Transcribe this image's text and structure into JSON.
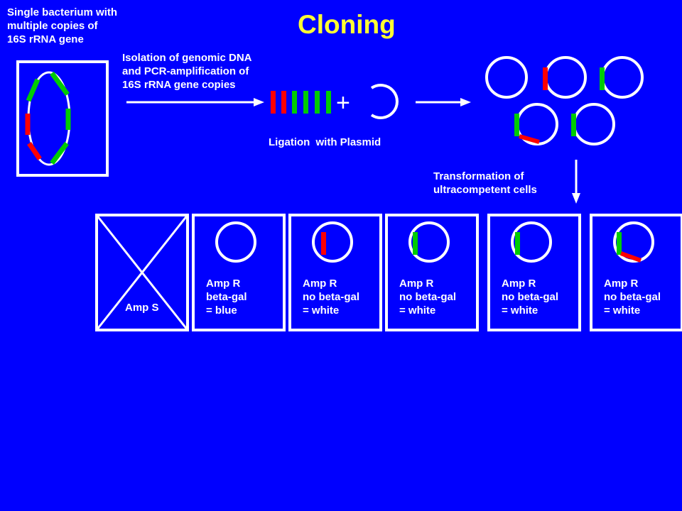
{
  "title": "Cloning",
  "bacterium_label": [
    "Single bacterium with",
    "multiple copies of",
    "16S rRNA gene"
  ],
  "isolation_label": [
    "Isolation of genomic DNA",
    "and PCR-amplification of",
    "16S rRNA gene copies"
  ],
  "plus_sign": "+",
  "ligation_label": [
    "Ligation",
    "with Plasmid"
  ],
  "transformation_label": [
    "Transformation of",
    "ultracompetent cells"
  ],
  "plates": [
    {
      "lines": [
        "Amp S"
      ],
      "crossed": true,
      "insert": "none"
    },
    {
      "lines": [
        "Amp R",
        "beta-gal",
        "= blue"
      ],
      "crossed": false,
      "insert": "empty"
    },
    {
      "lines": [
        "Amp R",
        "no beta-gal",
        "= white"
      ],
      "crossed": false,
      "insert": "red"
    },
    {
      "lines": [
        "Amp R",
        "no beta-gal",
        "= white"
      ],
      "crossed": false,
      "insert": "green"
    },
    {
      "lines": [
        "Amp R",
        "no beta-gal",
        "= white"
      ],
      "crossed": false,
      "insert": "green"
    },
    {
      "lines": [
        "Amp R",
        "no beta-gal",
        "= white"
      ],
      "crossed": false,
      "insert": "green-red"
    }
  ],
  "colors": {
    "background": "#0000FF",
    "title": "#FFFF33",
    "red_gene": "#FF0000",
    "green_gene": "#00CC00",
    "line": "#FFFFFF"
  }
}
